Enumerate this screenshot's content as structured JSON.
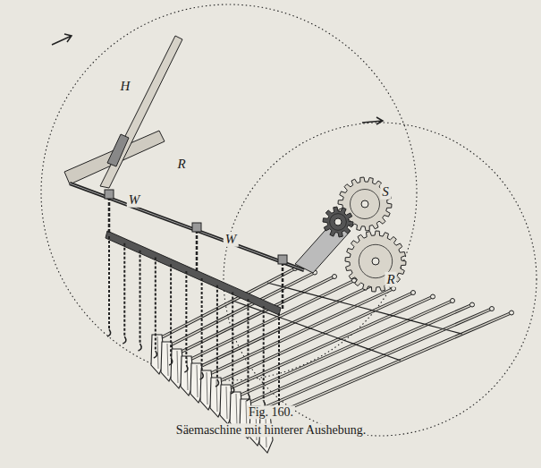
{
  "diagram": {
    "caption": "Säemaschine mit hinterer Aushebung.",
    "labels": [
      "H",
      "R",
      "W",
      "W",
      "S",
      "R",
      "Fig. 160."
    ]
  }
}
